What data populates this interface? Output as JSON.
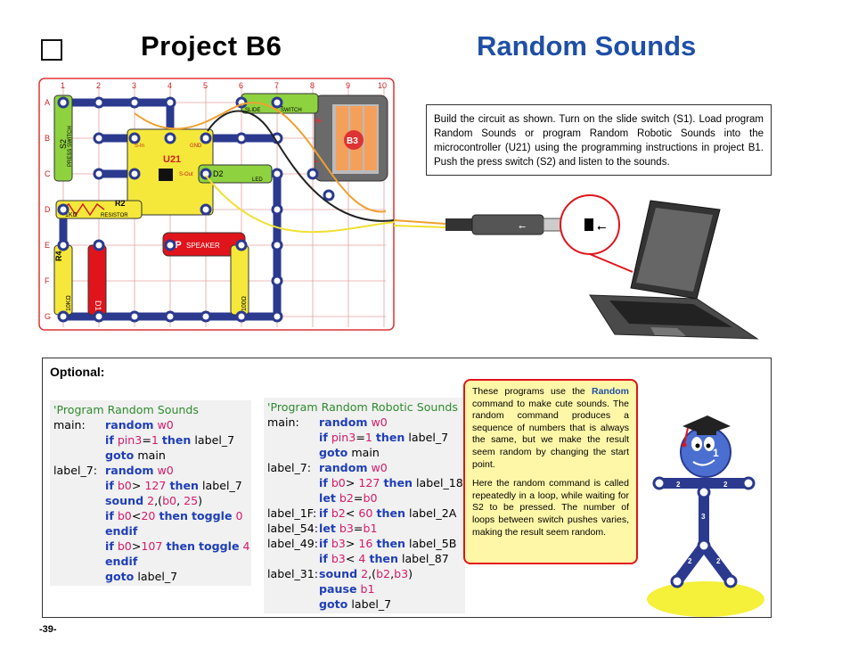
{
  "header": {
    "project": "Project  B6",
    "title": "Random Sounds"
  },
  "board": {
    "columns": [
      "1",
      "2",
      "3",
      "4",
      "5",
      "6",
      "7",
      "8",
      "9",
      "10"
    ],
    "rows": [
      "A",
      "B",
      "C",
      "D",
      "E",
      "F",
      "G"
    ],
    "labels": {
      "s1": "S1",
      "slide": "SLIDE",
      "switch": "SWITCH",
      "b3": "B3",
      "u21": "U21",
      "s2": "S2",
      "press_switch": "PRESS SWITCH",
      "d2": "D2",
      "led": "LED",
      "r2": "R2",
      "r2_value": "1KΩ",
      "resistor": "RESISTOR",
      "sp": "SP",
      "speaker": "SPEAKER",
      "r4": "R4",
      "r4_value": "10KΩ",
      "d1": "D1",
      "r1_value": "100Ω",
      "s_in": "S-In",
      "s_out": "S-Out",
      "gnd": "GND"
    }
  },
  "description": "Build  the circuit as shown. Turn on the slide switch (S1).  Load program Random Sounds or program Random Robotic Sounds into the microcontroller (U21) using the programming instructions in project B1. Push the press switch (S2) and listen to the sounds.",
  "optional": {
    "label": "Optional:",
    "note_p1_pre": "These programs use the ",
    "note_p1_bold": "Random",
    "note_p1_post": " command to make cute sounds. The random command produces a sequence of numbers that is always the same, but we make the result seem random by changing the start point.",
    "note_p2": "Here the random command is called repeatedly in a loop, while waiting for S2 to be pressed. The number of loops between switch pushes varies, making the result seem random."
  },
  "program1": {
    "comment": "'Program Random Sounds",
    "lines": [
      [
        "main:",
        "random",
        "w0"
      ],
      [
        "",
        "if pin3=1 then",
        "label_7"
      ],
      [
        "",
        "goto",
        "main"
      ],
      [
        "label_7:",
        "random",
        "w0"
      ],
      [
        "",
        "if b0> 127 then",
        "label_7"
      ],
      [
        "",
        "sound 2,(b0, 25)",
        ""
      ],
      [
        "",
        "if b0<20 then toggle 0",
        ""
      ],
      [
        "",
        "endif",
        ""
      ],
      [
        "",
        "if b0>107 then toggle 4",
        ""
      ],
      [
        "",
        "endif",
        ""
      ],
      [
        "",
        "goto",
        "label_7"
      ]
    ]
  },
  "program2": {
    "comment": "'Program Random Robotic Sounds",
    "lines": [
      [
        "main:",
        "random",
        "w0"
      ],
      [
        "",
        "if pin3=1 then",
        "label_7"
      ],
      [
        "",
        "goto",
        "main"
      ],
      [
        "label_7:",
        "random",
        "w0"
      ],
      [
        "",
        "if b0> 127 then",
        "label_18"
      ],
      [
        "",
        "let b2=b0",
        ""
      ],
      [
        "label_1F:",
        "if b2< 60 then",
        "label_2A"
      ],
      [
        "label_54:",
        "let b3=b1",
        ""
      ],
      [
        "label_49:",
        "if b3> 16 then",
        "label_5B"
      ],
      [
        "",
        "if b3< 4 then",
        "label_87"
      ],
      [
        "label_31:",
        "sound 2,(b2,b3)",
        ""
      ],
      [
        "",
        "pause b1",
        ""
      ],
      [
        "",
        "goto",
        "label_7"
      ]
    ]
  },
  "robot": {
    "nums": [
      "1",
      "2",
      "2",
      "3",
      "2",
      "2"
    ]
  },
  "footer": {
    "page": "-39-"
  }
}
